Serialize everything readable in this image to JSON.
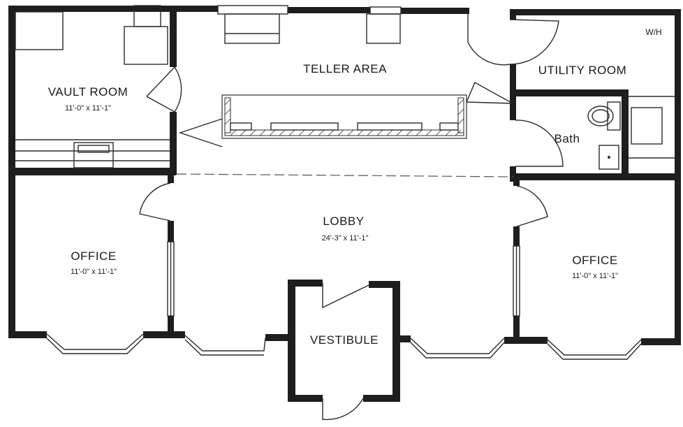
{
  "rooms": {
    "vault": {
      "name": "VAULT ROOM",
      "dims": "11'-0\" x 11'-1\""
    },
    "teller": {
      "name": "TELLER AREA"
    },
    "utility": {
      "name": "UTILITY ROOM",
      "tag": "W/H"
    },
    "bath": {
      "name": "Bath"
    },
    "lobby": {
      "name": "LOBBY",
      "dims": "24'-3\" x 11'-1\""
    },
    "office_left": {
      "name": "OFFICE",
      "dims": "11'-0\" x 11'-1\""
    },
    "office_right": {
      "name": "OFFICE",
      "dims": "11'-0\" x 11'-1\""
    },
    "vestibule": {
      "name": "VESTIBULE"
    }
  }
}
